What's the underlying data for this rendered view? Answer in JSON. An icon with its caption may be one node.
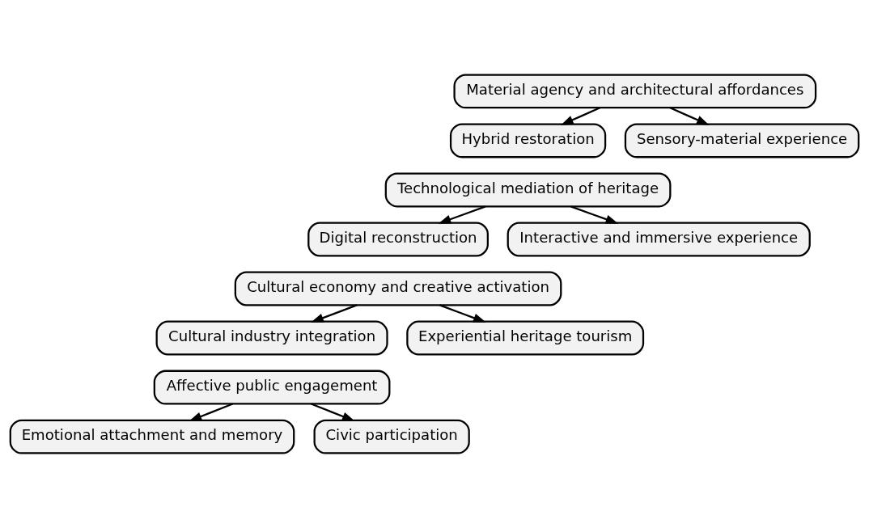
{
  "diagram": {
    "nodes": [
      {
        "text": [
          "Material agency and architectural affordances"
        ]
      },
      {
        "text": [
          "Hybrid restoration"
        ]
      },
      {
        "text": [
          "Sensory-material experience"
        ]
      },
      {
        "text": [
          "Technological mediation of heritage"
        ]
      },
      {
        "text": [
          "Digital reconstruction"
        ]
      },
      {
        "text": [
          "Interactive and immersive experience"
        ]
      },
      {
        "text": [
          "Cultural economy and creative activation"
        ]
      },
      {
        "text": [
          "Cultural industry integration"
        ]
      },
      {
        "text": [
          "Experiential heritage tourism"
        ]
      },
      {
        "text": [
          "Affective public engagement"
        ]
      },
      {
        "text": [
          "Emotional attachment and memory"
        ]
      },
      {
        "text": [
          "Civic participation"
        ]
      }
    ],
    "edges": [
      {
        "from": 0,
        "to": 1,
        "arrow": "to"
      },
      {
        "from": 0,
        "to": 2,
        "arrow": "to"
      },
      {
        "from": 3,
        "to": 4,
        "arrow": "to"
      },
      {
        "from": 3,
        "to": 5,
        "arrow": "to"
      },
      {
        "from": 6,
        "to": 7,
        "arrow": "to"
      },
      {
        "from": 6,
        "to": 8,
        "arrow": "to"
      },
      {
        "from": 9,
        "to": 10,
        "arrow": "to"
      },
      {
        "from": 9,
        "to": 11,
        "arrow": "to"
      }
    ]
  }
}
